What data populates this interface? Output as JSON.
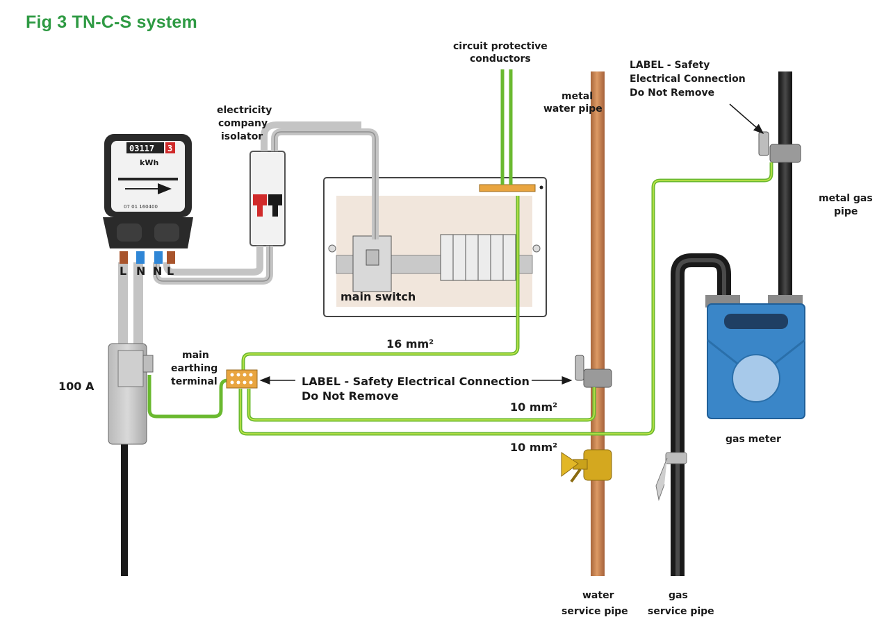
{
  "figure": {
    "title": "Fig 3 TN-C-S system"
  },
  "meter": {
    "reading": "03117",
    "reading_last": "3",
    "unit": "kWh",
    "serial": "07 01 160400",
    "terminals": [
      "L",
      "N",
      "N",
      "L"
    ]
  },
  "labels": {
    "cpc": [
      "circuit protective",
      "conductors"
    ],
    "water_pipe": [
      "metal",
      "water pipe"
    ],
    "safety_label_top": [
      "LABEL - Safety",
      "Electrical Connection",
      "Do Not Remove"
    ],
    "isolator": [
      "electricity",
      "company",
      "isolator"
    ],
    "gas_pipe": [
      "metal gas",
      "pipe"
    ],
    "main_switch": "main switch",
    "conductor_16": "16 mm²",
    "main_earthing": [
      "main",
      "earthing",
      "terminal"
    ],
    "fuse_rating": "100 A",
    "safety_label_mid": [
      "LABEL - Safety Electrical Connection",
      "Do Not Remove"
    ],
    "conductor_10a": "10 mm²",
    "conductor_10b": "10 mm²",
    "gas_meter": "gas meter",
    "water_service": [
      "water",
      "service pipe"
    ],
    "gas_service": [
      "gas",
      "service pipe"
    ]
  },
  "colors": {
    "title": "#2e9a43",
    "earth_conductor": "#7ccd3a",
    "copper_pipe": "#c9824c",
    "gas_meter": "#3a86c8",
    "cable_grey": "#c4c4c4",
    "neutral_blue": "#2f86d6",
    "live_brown": "#a8542c"
  }
}
